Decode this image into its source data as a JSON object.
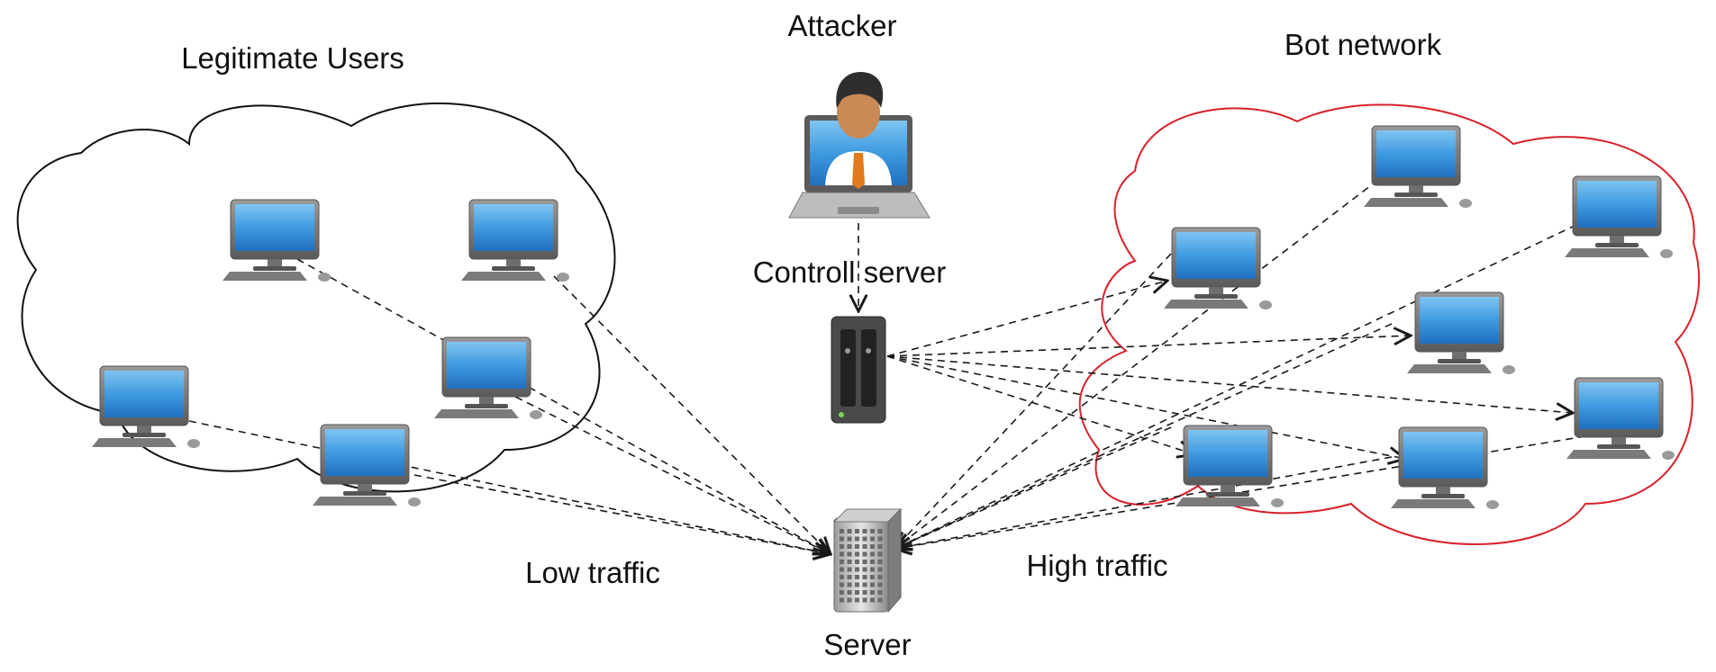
{
  "labels": {
    "attacker": "Attacker",
    "legitimate_users": "Legitimate Users",
    "bot_network": "Bot network",
    "control_server": "Controll server",
    "low_traffic": "Low traffic",
    "high_traffic": "High traffic",
    "server": "Server"
  },
  "colors": {
    "legit_cloud_stroke": "#111111",
    "bot_cloud_stroke": "#d9202a",
    "arrow": "#1a1a1a",
    "screen": "#3f9be0",
    "screen_frame": "#6b6b6b",
    "keyboard": "#7a7a7a"
  },
  "icons": {
    "attacker": "attacker-laptop-icon",
    "control_server": "nas-server-icon",
    "target_server": "tower-server-icon",
    "pc": "desktop-computer-icon"
  }
}
